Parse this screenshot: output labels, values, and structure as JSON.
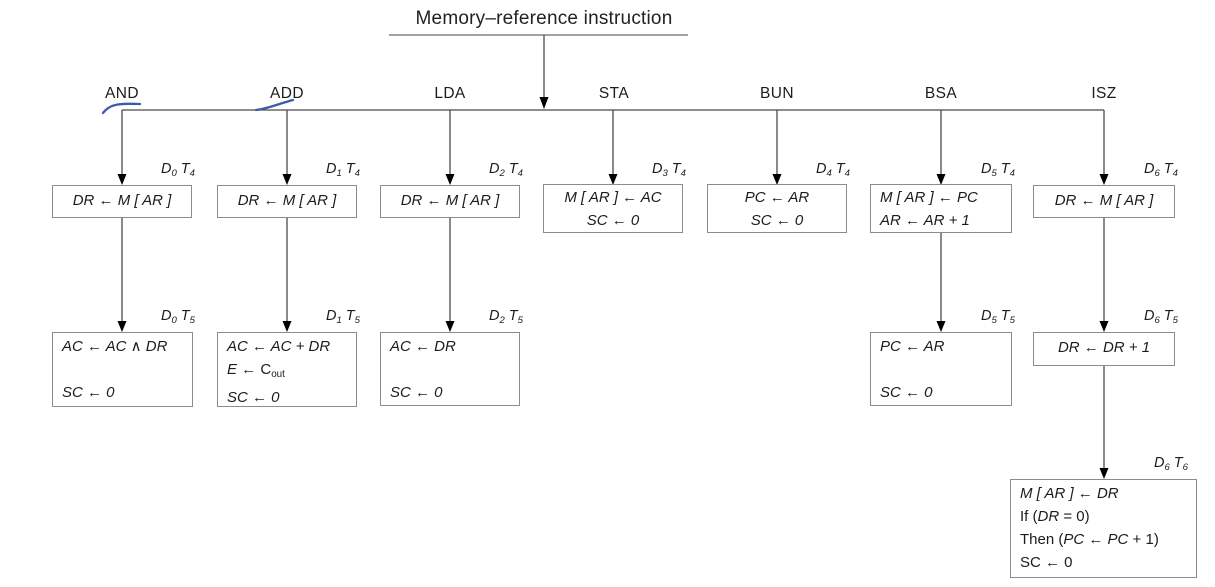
{
  "title": "Memory–reference instruction",
  "columns": [
    {
      "label": "AND",
      "stages": [
        {
          "tag": "D~0~ T~4~",
          "lines": [
            "DR ← M [ AR ]"
          ]
        },
        {
          "tag": "D~0~ T~5~",
          "lines": [
            "AC ← AC ∧ DR",
            "",
            "SC ← 0"
          ]
        }
      ]
    },
    {
      "label": "ADD",
      "stages": [
        {
          "tag": "D~1~ T~4~",
          "lines": [
            "DR ← M [ AR ]"
          ]
        },
        {
          "tag": "D~1~ T~5~",
          "lines": [
            "AC ← AC + DR",
            "E ← !C!~!out!~",
            "SC ← 0"
          ]
        }
      ]
    },
    {
      "label": "LDA",
      "stages": [
        {
          "tag": "D~2~ T~4~",
          "lines": [
            "DR ← M [ AR ]"
          ]
        },
        {
          "tag": "D~2~ T~5~",
          "lines": [
            "AC ← DR",
            "",
            "SC ← 0"
          ]
        }
      ]
    },
    {
      "label": "STA",
      "stages": [
        {
          "tag": "D~3~ T~4~",
          "lines": [
            "M [ AR ] ← AC",
            "SC ← 0"
          ]
        }
      ]
    },
    {
      "label": "BUN",
      "stages": [
        {
          "tag": "D~4~ T~4~",
          "lines": [
            "PC ← AR",
            "SC ← 0"
          ]
        }
      ]
    },
    {
      "label": "BSA",
      "stages": [
        {
          "tag": "D~5~ T~4~",
          "lines": [
            "M [ AR ] ← PC",
            "AR ← AR + 1"
          ]
        },
        {
          "tag": "D~5~ T~5~",
          "lines": [
            "PC ← AR",
            "",
            "SC ← 0"
          ]
        }
      ]
    },
    {
      "label": "ISZ",
      "stages": [
        {
          "tag": "D~6~ T~4~",
          "lines": [
            "DR ← M [ AR ]"
          ]
        },
        {
          "tag": "D~6~ T~5~",
          "lines": [
            "DR ← DR + 1"
          ]
        },
        {
          "tag": "D~6~ T~6~",
          "lines": [
            "M [ AR ] ← DR",
            "!If (!DR! = 0)!",
            "!Then (!PC! ← !PC! + 1)!",
            "!SC ← 0!"
          ]
        }
      ]
    }
  ],
  "annotations": {
    "pen_color": "#3b5ca8",
    "marks": [
      "check-mark-at-and-branch",
      "underline-under-add"
    ]
  }
}
